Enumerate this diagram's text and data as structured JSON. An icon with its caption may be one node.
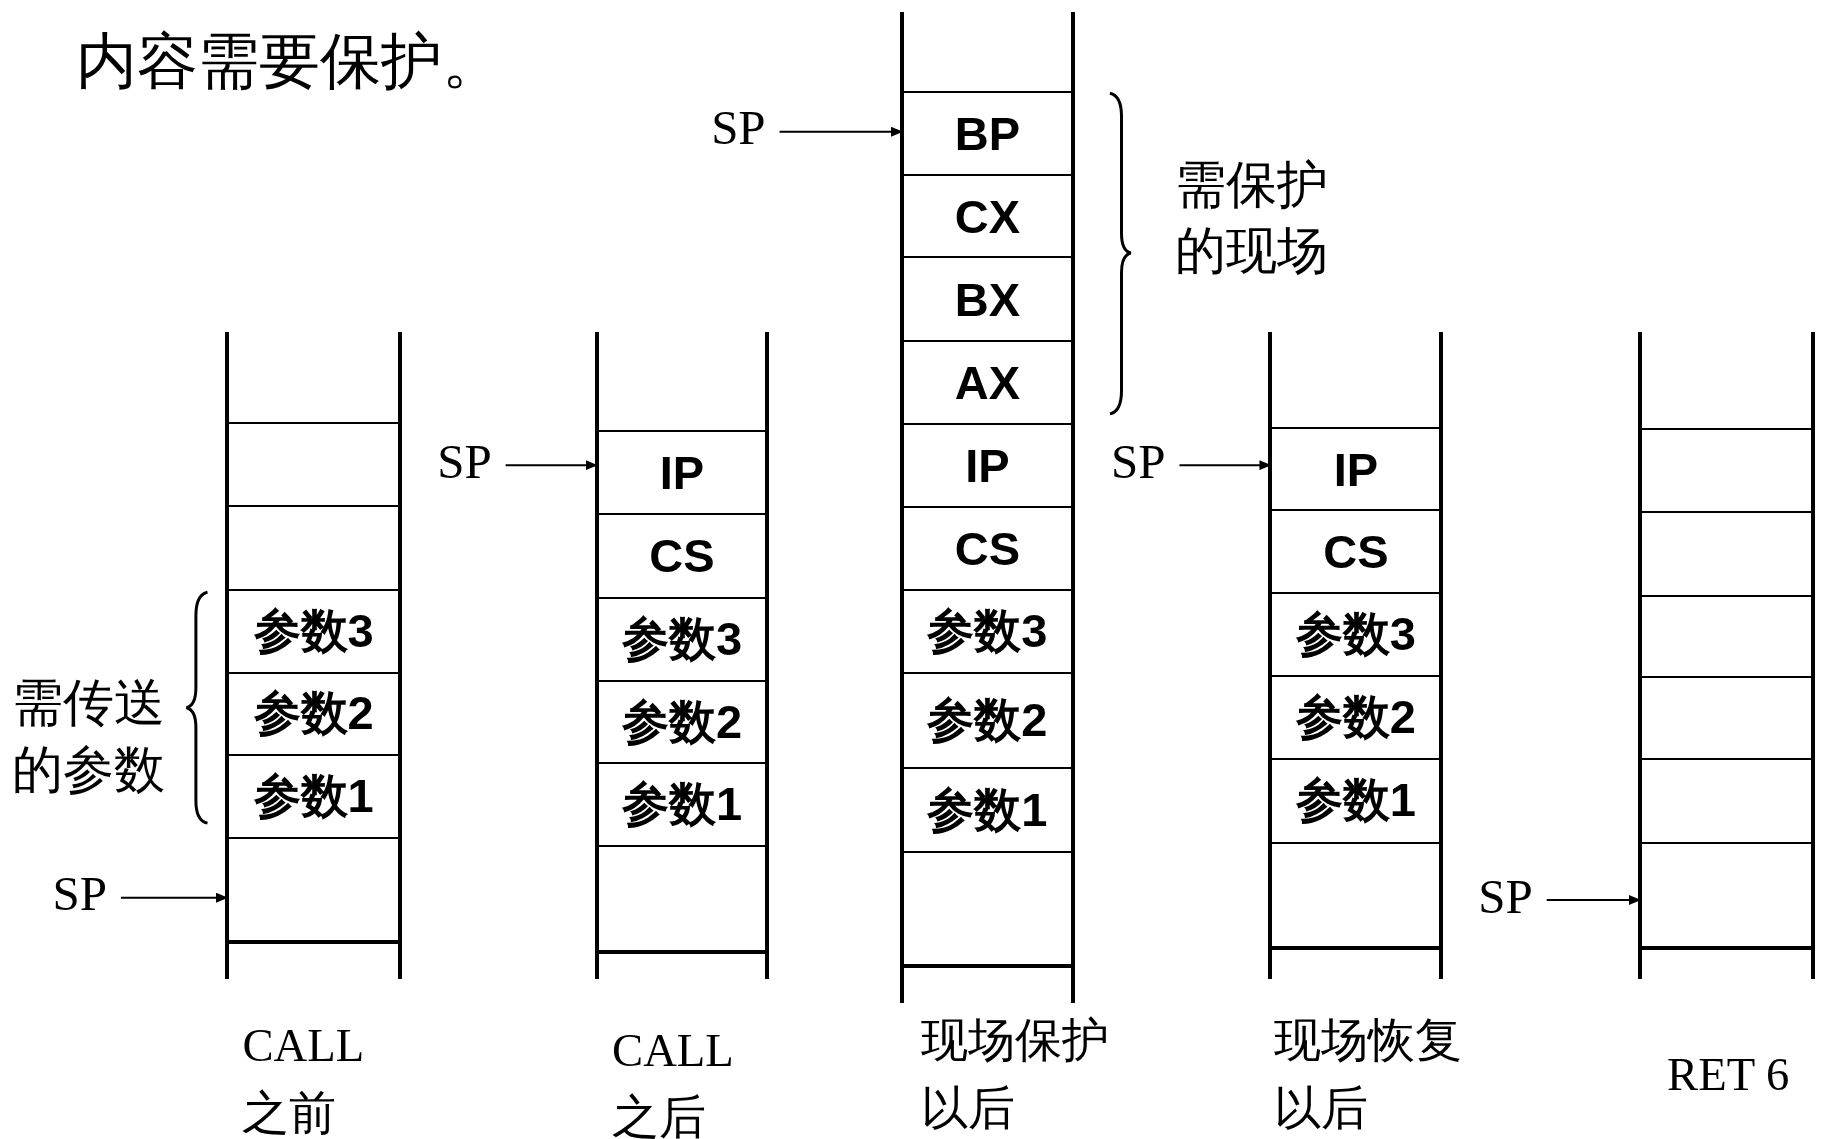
{
  "diagram": {
    "nodes": [
      {
        "text": [],
        "shape": "box",
        "beside": [
          "CALL 之前"
        ]
      },
      {
        "text": [],
        "shape": "box",
        "in": 0
      },
      {
        "text": [],
        "shape": "box",
        "in": 0
      },
      {
        "text": [
          "参数3"
        ],
        "in": 0
      },
      {
        "text": [
          "参数2"
        ],
        "in": 0
      },
      {
        "text": [
          "参数1"
        ],
        "in": 0
      },
      {
        "text": [],
        "shape": "box",
        "in": 0
      },
      {
        "text": [
          "SP"
        ]
      },
      {
        "text": [],
        "shape": "box",
        "beside": [
          "CALL 之后"
        ]
      },
      {
        "text": [
          "IP"
        ],
        "in": 8
      },
      {
        "text": [
          "CS"
        ],
        "in": 8
      },
      {
        "text": [
          "参数3"
        ],
        "in": 8
      },
      {
        "text": [
          "参数2"
        ],
        "in": 8
      },
      {
        "text": [
          "参数1"
        ],
        "in": 8
      },
      {
        "text": [],
        "shape": "box",
        "in": 8
      },
      {
        "text": [
          "SP"
        ]
      },
      {
        "text": [],
        "shape": "box",
        "beside": [
          "现场保护以后"
        ]
      },
      {
        "text": [
          "BP"
        ],
        "in": 16
      },
      {
        "text": [
          "CX"
        ],
        "in": 16
      },
      {
        "text": [
          "BX"
        ],
        "in": 16
      },
      {
        "text": [
          "AX"
        ],
        "in": 16
      },
      {
        "text": [
          "IP"
        ],
        "in": 16
      },
      {
        "text": [
          "CS"
        ],
        "in": 16
      },
      {
        "text": [
          "参数3"
        ],
        "in": 16
      },
      {
        "text": [
          "参数2"
        ],
        "in": 16
      },
      {
        "text": [
          "参数1"
        ],
        "in": 16
      },
      {
        "text": [],
        "shape": "box",
        "in": 16
      },
      {
        "text": [
          "SP"
        ]
      },
      {
        "text": [],
        "shape": "box",
        "beside": [
          "现场恢复以后"
        ]
      },
      {
        "text": [
          "IP"
        ],
        "in": 28
      },
      {
        "text": [
          "CS"
        ],
        "in": 28
      },
      {
        "text": [
          "参数3"
        ],
        "in": 28
      },
      {
        "text": [
          "参数2"
        ],
        "in": 28
      },
      {
        "text": [
          "参数1"
        ],
        "in": 28
      },
      {
        "text": [],
        "shape": "box",
        "in": 28
      },
      {
        "text": [
          "SP"
        ]
      },
      {
        "text": [],
        "shape": "box",
        "beside": [
          "RET 6"
        ]
      },
      {
        "text": [],
        "shape": "box",
        "in": 36
      },
      {
        "text": [],
        "shape": "box",
        "in": 36
      },
      {
        "text": [],
        "shape": "box",
        "in": 36
      },
      {
        "text": [],
        "shape": "box",
        "in": 36
      },
      {
        "text": [],
        "shape": "box",
        "in": 36
      },
      {
        "text": [],
        "shape": "box",
        "in": 36
      },
      {
        "text": [
          "SP"
        ]
      }
    ],
    "edges": [
      {
        "from": 7,
        "to": 6,
        "arrow": "to"
      },
      {
        "from": 15,
        "to": 9,
        "arrow": "to"
      },
      {
        "from": 27,
        "to": 17,
        "arrow": "to"
      },
      {
        "from": 35,
        "to": 29,
        "arrow": "to"
      },
      {
        "from": 43,
        "to": 42,
        "arrow": "to"
      }
    ],
    "labels": [
      "内容需要保护。",
      "需保护的现场",
      "需传送的参数"
    ]
  }
}
